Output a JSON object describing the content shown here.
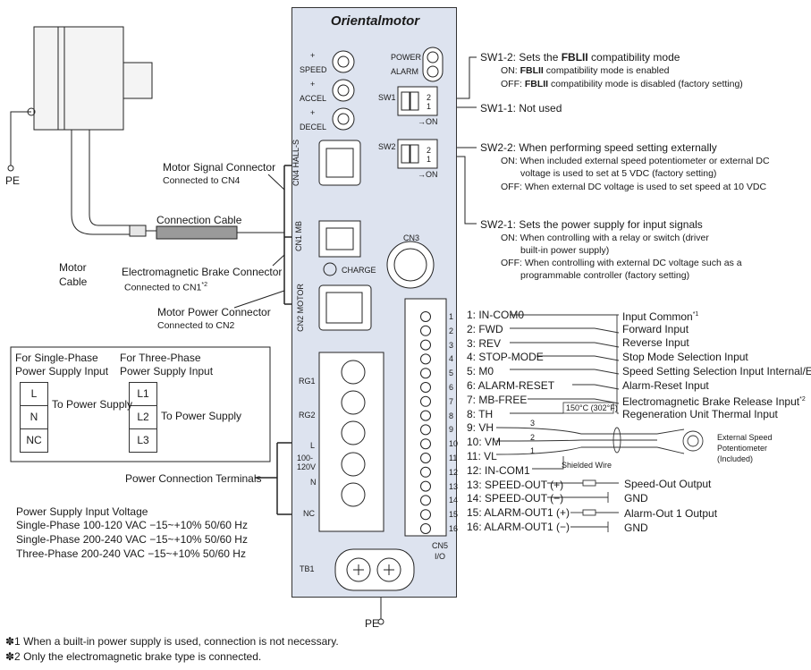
{
  "brand": "Orientalmotor",
  "potentiometers": [
    {
      "label": "SPEED",
      "sign": "+"
    },
    {
      "label": "ACCEL",
      "sign": "+"
    },
    {
      "label": "DECEL",
      "sign": "+"
    }
  ],
  "leds": {
    "power": "POWER",
    "alarm": "ALARM"
  },
  "switches": {
    "sw1": "SW1",
    "sw2": "SW2",
    "on_mark": "→ON",
    "pin2": "2",
    "pin1": "1"
  },
  "connectors": {
    "cn4": "CN4 HALL-S",
    "cn1": "CN1 MB",
    "cn3": "CN3",
    "charge": "CHARGE",
    "cn2": "CN2 MOTOR",
    "cn5": "CN5",
    "io": "I/O"
  },
  "terminal_block": {
    "rg1": "RG1",
    "rg2": "RG2",
    "l": "L",
    "range": "100-\n120V",
    "n": "N",
    "nc": "NC",
    "tb1": "TB1"
  },
  "sw1_notes": {
    "sw1_2_title": "SW1-2:  Sets the ",
    "fbl": "FBL",
    "fbl2": "II",
    "sw1_2_title_end": " compatibility mode",
    "on_label": "ON:",
    "on_text": " compatibility mode is enabled",
    "off_label": "OFF:",
    "off_text": " compatibility mode is disabled (factory setting)",
    "sw1_1": "SW1-1: Not used"
  },
  "sw2_notes": {
    "sw2_2_title": "SW2-2: When performing speed setting externally",
    "on_line1": "ON: When included external speed potentiometer or external DC",
    "on_line2": "voltage is used to set at 5 VDC (factory setting)",
    "off_line": "OFF: When external DC voltage is used to set speed at 10 VDC",
    "sw2_1_title": "SW2-1: Sets the power supply for input signals",
    "on2_line1": "ON: When controlling with a relay or switch (driver",
    "on2_line2": "built-in power supply)",
    "off2_line1": "OFF: When controlling with external DC voltage such as a",
    "off2_line2": "programmable controller (factory setting)"
  },
  "left_labels": {
    "pe": "PE",
    "motor_signal": "Motor Signal Connector",
    "motor_signal_sub": "Connected to CN4",
    "connection_cable": "Connection Cable",
    "motor_cable_1": "Motor",
    "motor_cable_2": "Cable",
    "brake_conn": "Electromagnetic Brake Connector",
    "brake_conn_sub": "Connected to CN1",
    "brake_conn_sup": "*2",
    "power_conn": "Motor Power Connector",
    "power_conn_sub": "Connected to CN2",
    "power_terminals": "Power Connection Terminals"
  },
  "supply_box": {
    "single_title_1": "For Single-Phase",
    "single_title_2": "Power Supply Input",
    "three_title_1": "For Three-Phase",
    "three_title_2": "Power Supply Input",
    "single_terms": [
      "L",
      "N",
      "NC"
    ],
    "three_terms": [
      "L1",
      "L2",
      "L3"
    ],
    "to_power": "To Power Supply"
  },
  "voltage": {
    "title": "Power Supply Input Voltage",
    "lines": [
      "Single-Phase 100-120 VAC −15~+10% 50/60 Hz",
      "Single-Phase 200-240 VAC −15~+10% 50/60 Hz",
      "Three-Phase 200-240 VAC −15~+10% 50/60 Hz"
    ]
  },
  "io_pins": [
    {
      "n": "1",
      "name": "1:   IN-COM0"
    },
    {
      "n": "2",
      "name": "2:   FWD"
    },
    {
      "n": "3",
      "name": "3:   REV"
    },
    {
      "n": "4",
      "name": "4:   STOP-MODE"
    },
    {
      "n": "5",
      "name": "5:   M0"
    },
    {
      "n": "6",
      "name": "6:   ALARM-RESET"
    },
    {
      "n": "7",
      "name": "7:   MB-FREE"
    },
    {
      "n": "8",
      "name": "8:   TH"
    },
    {
      "n": "9",
      "name": "9:   VH"
    },
    {
      "n": "10",
      "name": "10:  VM"
    },
    {
      "n": "11",
      "name": "11:  VL"
    },
    {
      "n": "12",
      "name": "12:  IN-COM1"
    },
    {
      "n": "13",
      "name": "13:  SPEED-OUT (+)"
    },
    {
      "n": "14",
      "name": "14:  SPEED-OUT (−)"
    },
    {
      "n": "15",
      "name": "15:  ALARM-OUT1 (+)"
    },
    {
      "n": "16",
      "name": "16:  ALARM-OUT1 (−)"
    }
  ],
  "io_functions": {
    "input_common": "Input Common",
    "input_common_sup": "*1",
    "forward": "Forward Input",
    "reverse": "Reverse Input",
    "stop_mode": "Stop Mode Selection Input",
    "speed_sel": "Speed Setting Selection Input  Internal/External",
    "alarm_reset": "Alarm-Reset Input",
    "brake_release": "Electromagnetic Brake Release Input",
    "brake_release_sup": "*2",
    "regen": "Regeneration Unit Thermal Input",
    "thermo": "150°C (302°F)",
    "speed_out": "Speed-Out Output",
    "gnd1": "GND",
    "alarm_out": "Alarm-Out 1 Output",
    "gnd2": "GND",
    "shielded": "Shielded Wire",
    "pot_1": "External Speed",
    "pot_2": "Potentiometer",
    "pot_3": "(Included)",
    "w3": "3",
    "w2": "2",
    "w1": "1"
  },
  "footnotes": {
    "n1": "✽1 When a built-in power supply is used, connection is not necessary.",
    "n2": "✽2 Only the electromagnetic brake type is connected."
  }
}
